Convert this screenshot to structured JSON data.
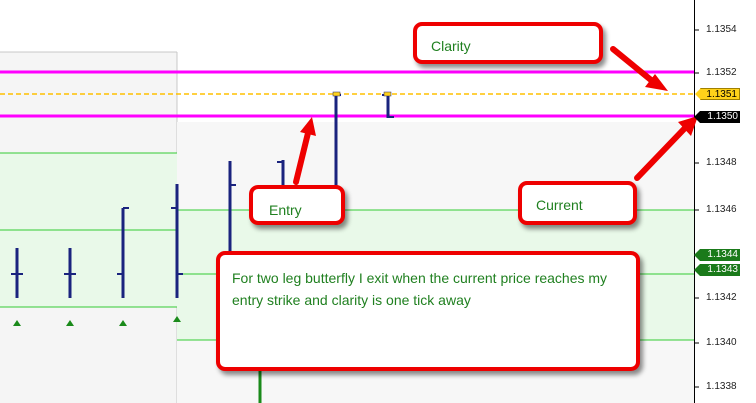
{
  "callouts": {
    "clarity": "Clarity",
    "entry": "Entry",
    "current": "Current",
    "note": "For two leg butterfly I exit when the current price reaches my entry strike and clarity is one tick away"
  },
  "price_axis": {
    "labels": [
      "1.1354",
      "1.1352",
      "1.1348",
      "1.1346",
      "1.1342",
      "1.1340",
      "1.1338"
    ],
    "tags": {
      "clarity": "1.1351",
      "current": "1.1350",
      "green_upper": "1.1344",
      "green_lower": "1.1343"
    }
  },
  "colors": {
    "magenta_line": "#ff00ff",
    "clarity_dashed": "#ffc000",
    "bar": "#1a237e",
    "green_zone": "#e9f9e9",
    "green_line": "#33cc33",
    "callout_border": "#ee0000",
    "callout_text": "#208020"
  }
}
